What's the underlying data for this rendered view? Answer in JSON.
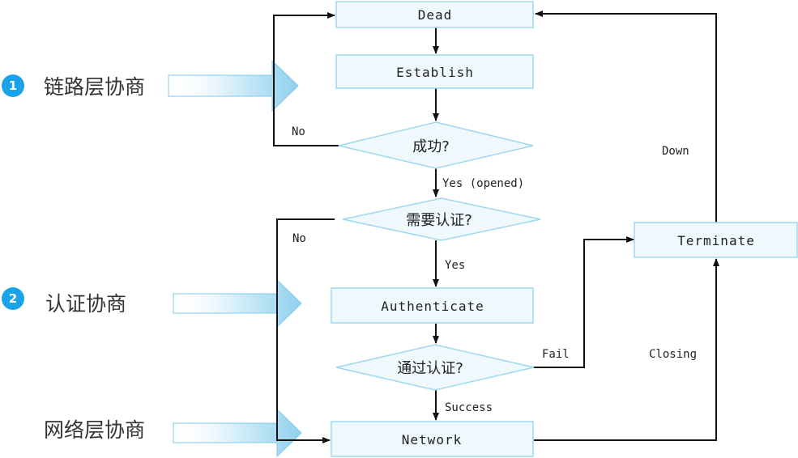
{
  "stages": [
    {
      "number": "1",
      "label": "链路层协商"
    },
    {
      "number": "2",
      "label": "认证协商"
    },
    {
      "number": "",
      "label": "网络层协商"
    }
  ],
  "nodes": {
    "dead": "Dead",
    "establish": "Establish",
    "success_q": "成功?",
    "need_auth_q": "需要认证?",
    "authenticate": "Authenticate",
    "pass_auth_q": "通过认证?",
    "network": "Network",
    "terminate": "Terminate"
  },
  "edges": {
    "no_1": "No",
    "yes_opened": "Yes (opened)",
    "no_2": "No",
    "yes": "Yes",
    "success": "Success",
    "fail": "Fail",
    "closing": "Closing",
    "down": "Down"
  },
  "colors": {
    "badge": "#1aa3e8",
    "box_fill": "#eef8fd",
    "box_stroke": "#9fd8ee",
    "stage_arrow": "#6cc3ea"
  }
}
